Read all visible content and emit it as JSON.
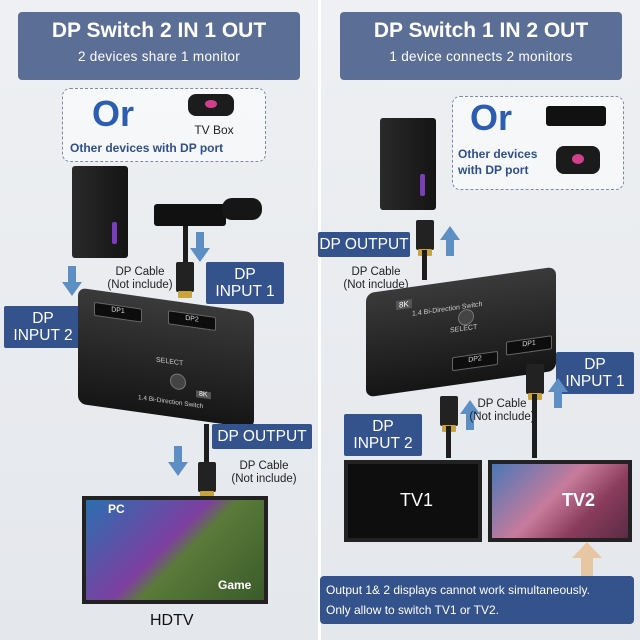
{
  "left": {
    "title": "DP Switch 2 IN 1 OUT",
    "subtitle": "2 devices share 1 monitor",
    "or_word": "Or",
    "tv_box_label": "TV Box",
    "other_devices": "Other devices with DP port",
    "dp_input_1": "DP\nINPUT 1",
    "dp_input_2": "DP\nINPUT 2",
    "dp_output": "DP OUTPUT",
    "cable_note_top": "DP Cable\n(Not include)",
    "cable_note_bottom": "DP Cable\n(Not include)",
    "switch_select": "SELECT",
    "switch_brand": "1.4 Bi-Direction Switch",
    "switch_badge": "8K",
    "port_dp1": "DP1",
    "port_dp2": "DP2",
    "screen_pc": "PC",
    "screen_game": "Game",
    "monitor_label": "HDTV"
  },
  "right": {
    "title": "DP Switch 1 IN 2 OUT",
    "subtitle": "1 device connects 2 monitors",
    "or_word": "Or",
    "other_devices": "Other devices\nwith DP port",
    "dp_output": "DP OUTPUT",
    "dp_input_1": "DP\nINPUT 1",
    "dp_input_2": "DP\nINPUT 2",
    "cable_note_top": "DP Cable\n(Not include)",
    "cable_note_bottom": "DP Cable\n(Not include)",
    "switch_select": "SELECT",
    "switch_brand": "1.4 Bi-Direction Switch",
    "switch_badge": "8K",
    "port_dp1": "DP1",
    "port_dp2": "DP2",
    "tv1": "TV1",
    "tv2": "TV2",
    "note_line1": "Output 1& 2 displays cannot work simultaneously.",
    "note_line2": "Only allow to switch TV1 or TV2."
  },
  "colors": {
    "banner": "#5b6e96",
    "tag": "#34528c",
    "or_text": "#2d5db0",
    "arrow": "#5d8fc4"
  }
}
